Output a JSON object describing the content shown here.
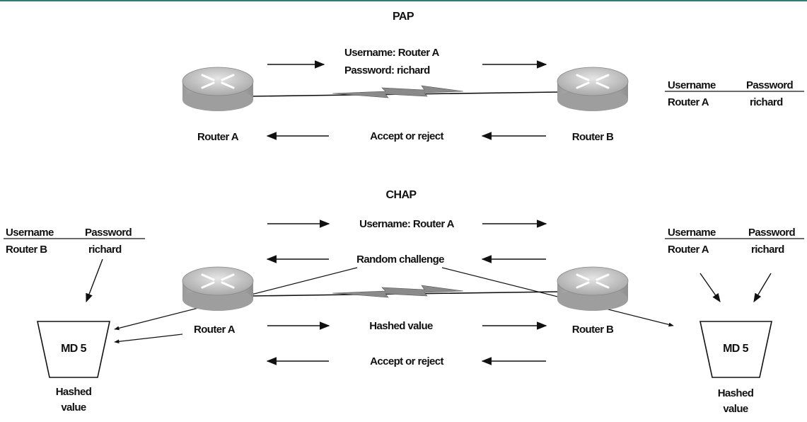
{
  "colors": {
    "top_rule": "#2e7c74",
    "router_body": "#bdbdbd",
    "line": "#111111",
    "bolt": "#8a8a8a"
  },
  "pap": {
    "title": "PAP",
    "message_line1": "Username: Router A",
    "message_line2": "Password: richard",
    "response": "Accept or reject",
    "router_a": "Router A",
    "router_b": "Router B",
    "table": {
      "header_username": "Username",
      "header_password": "Password",
      "row_username": "Router A",
      "row_password": "richard"
    }
  },
  "chap": {
    "title": "CHAP",
    "msg_username": "Username: Router A",
    "msg_challenge": "Random challenge",
    "msg_hashed": "Hashed value",
    "msg_accept": "Accept or reject",
    "router_a": "Router A",
    "router_b": "Router B",
    "left_table": {
      "header_username": "Username",
      "header_password": "Password",
      "row_username": "Router B",
      "row_password": "richard"
    },
    "right_table": {
      "header_username": "Username",
      "header_password": "Password",
      "row_username": "Router A",
      "row_password": "richard"
    },
    "left_md5": "MD 5",
    "right_md5": "MD 5",
    "left_output_line1": "Hashed",
    "left_output_line2": "value",
    "right_output_line1": "Hashed",
    "right_output_line2": "value"
  },
  "icons": [
    "router-icon",
    "lightning-bolt-icon",
    "arrow-right-icon",
    "arrow-left-icon",
    "md5-funnel-icon"
  ]
}
